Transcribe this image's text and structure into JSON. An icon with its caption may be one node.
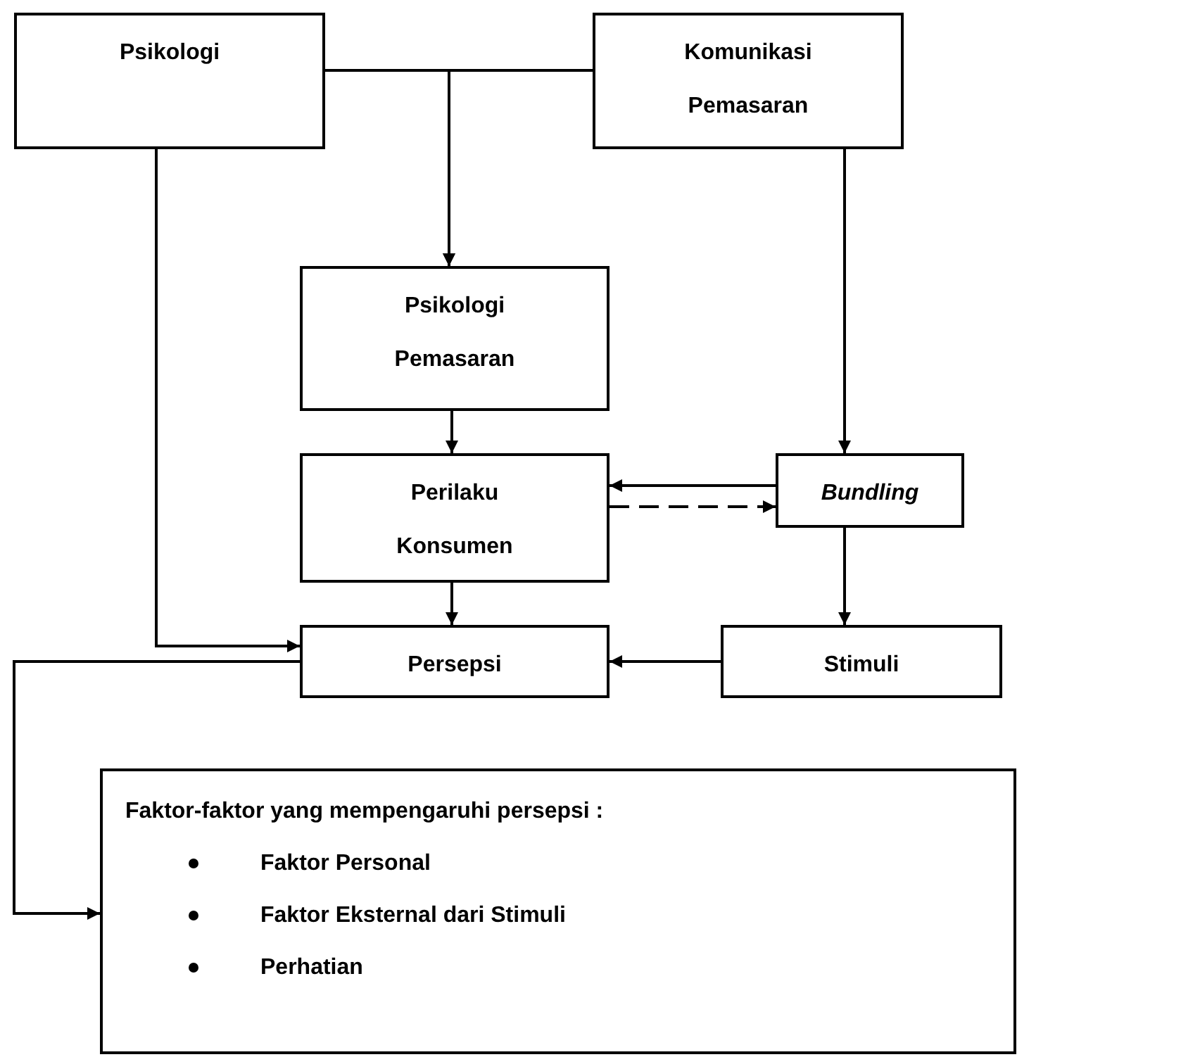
{
  "diagram": {
    "nodes": [
      {
        "text": [
          "Psikologi"
        ]
      },
      {
        "text": [
          "Komunikasi Pemasaran"
        ]
      },
      {
        "text": [
          "Psikologi Pemasaran"
        ]
      },
      {
        "text": [
          "Perilaku Konsumen"
        ]
      },
      {
        "text": [
          "Bundling"
        ]
      },
      {
        "text": [
          "Persepsi"
        ]
      },
      {
        "text": [
          "Stimuli"
        ]
      },
      {
        "text": [
          "Faktor-faktor yang mempengaruhi persepsi :",
          "Faktor Personal",
          "Faktor Eksternal dari Stimuli",
          "Perhatian"
        ]
      }
    ],
    "edges": [
      {
        "from": 0,
        "to": 2,
        "arrow": "to"
      },
      {
        "from": 1,
        "to": 2,
        "arrow": "to"
      },
      {
        "from": 0,
        "to": 5,
        "arrow": "to"
      },
      {
        "from": 1,
        "to": 4,
        "arrow": "to"
      },
      {
        "from": 2,
        "to": 3,
        "arrow": "to"
      },
      {
        "from": 4,
        "to": 3,
        "arrow": "to"
      },
      {
        "from": 3,
        "to": 4,
        "arrow": "to",
        "style": "dashed"
      },
      {
        "from": 3,
        "to": 5,
        "arrow": "to"
      },
      {
        "from": 4,
        "to": 6,
        "arrow": "to"
      },
      {
        "from": 6,
        "to": 5,
        "arrow": "to"
      },
      {
        "from": 5,
        "to": 7,
        "arrow": "to"
      }
    ]
  }
}
